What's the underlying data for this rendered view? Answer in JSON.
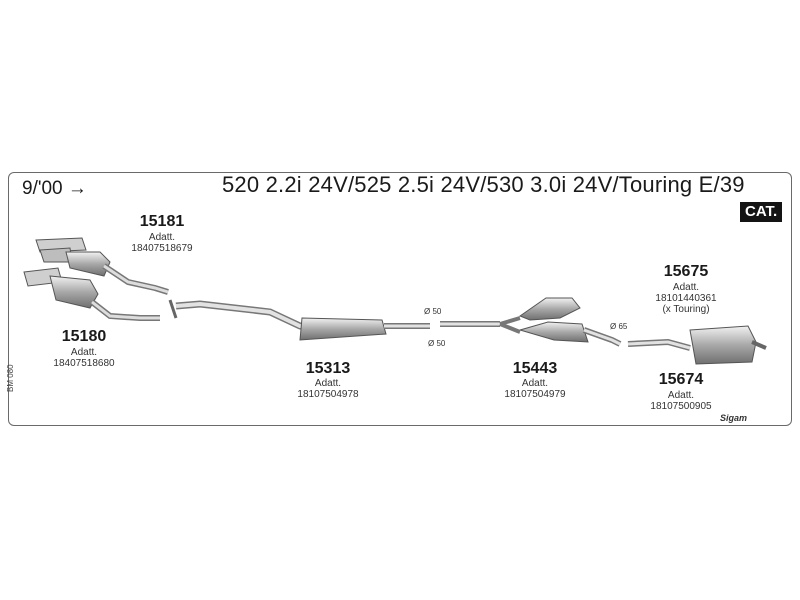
{
  "header": {
    "date_range": "9/'00 →",
    "title": "520 2.2i 24V/525 2.5i 24V/530 3.0i 24V/Touring E/39",
    "cat_badge": "CAT."
  },
  "parts": [
    {
      "number": "15181",
      "label": "Adatt.",
      "code": "18407518679"
    },
    {
      "number": "15180",
      "label": "Adatt.",
      "code": "18407518680"
    },
    {
      "number": "15313",
      "label": "Adatt.",
      "code": "18107504978"
    },
    {
      "number": "15443",
      "label": "Adatt.",
      "code": "18107504979"
    },
    {
      "number": "15675",
      "label": "Adatt.",
      "code": "18101440361",
      "note": "(x Touring)"
    },
    {
      "number": "15674",
      "label": "Adatt.",
      "code": "18107500905"
    }
  ],
  "diameters": [
    "Ø 50",
    "Ø 50",
    "Ø 65"
  ],
  "side_code": "BM 080",
  "brand_logo": "Sigam"
}
